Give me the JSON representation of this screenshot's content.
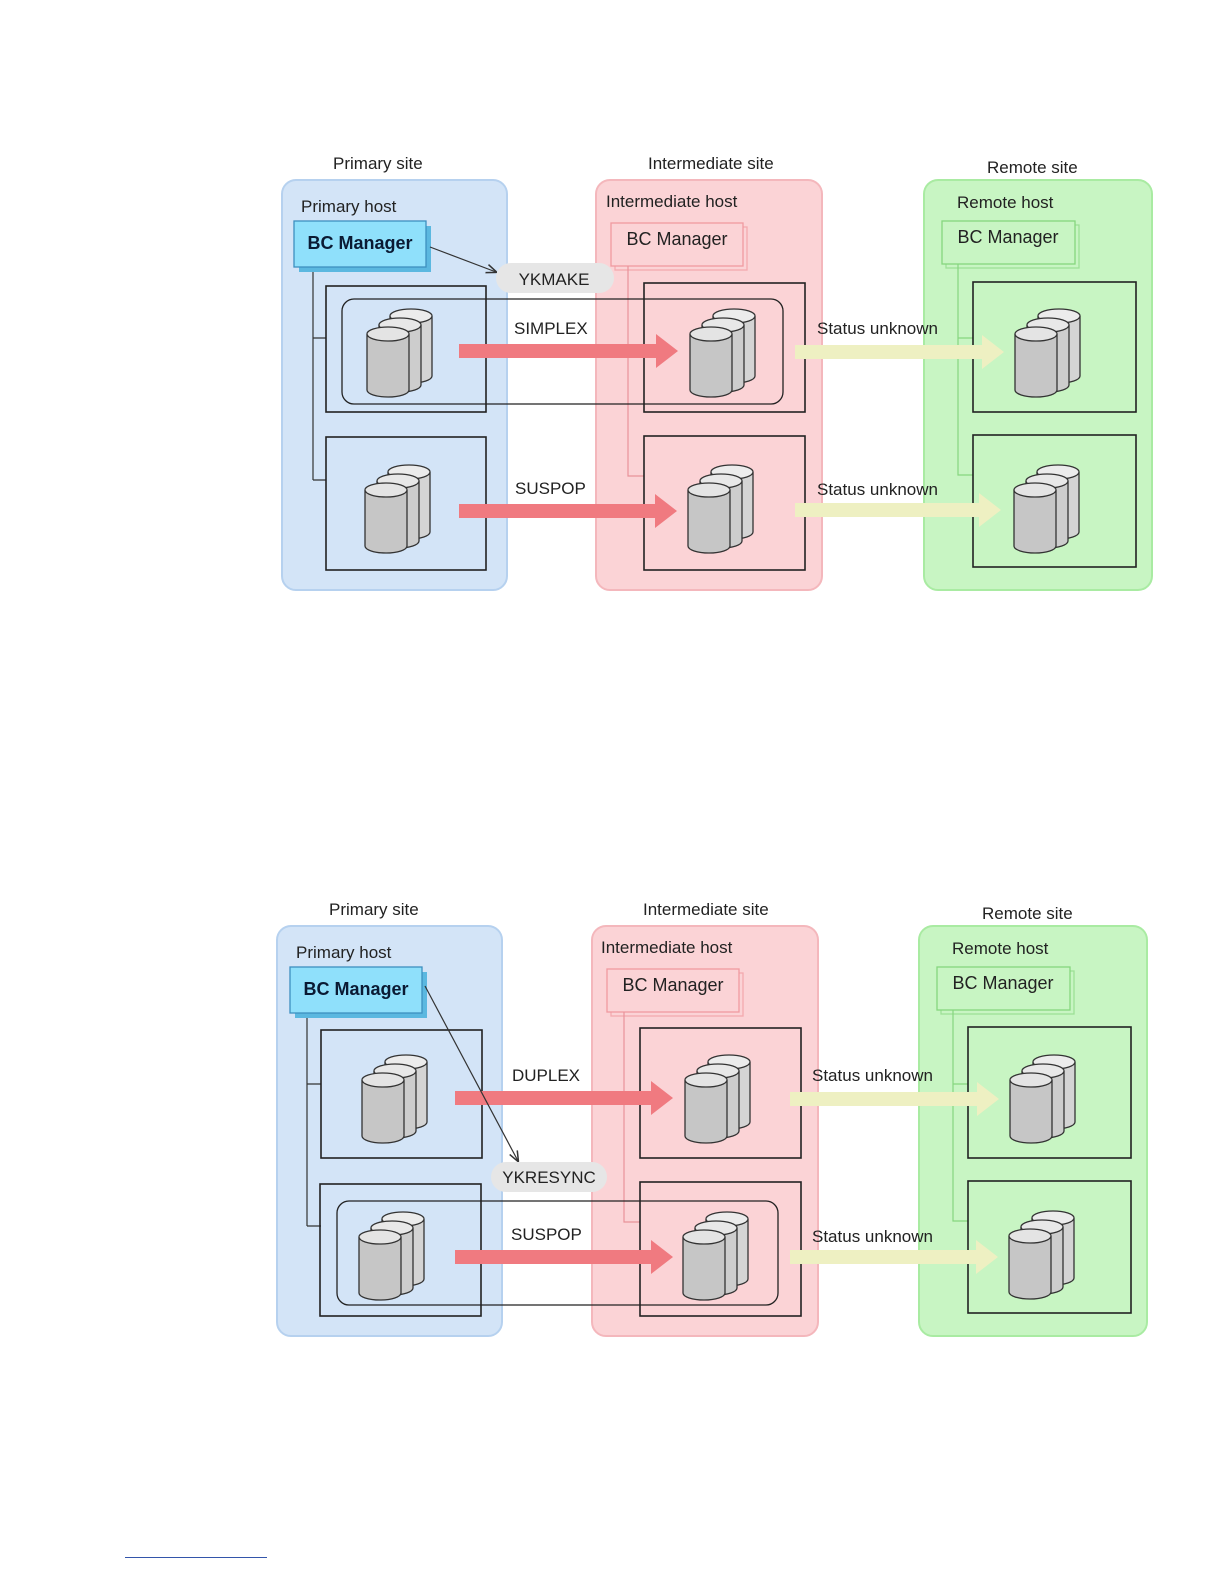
{
  "colors": {
    "primary_site": "#d3e4f7",
    "intermediate_site": "#fbd3d6",
    "remote_site": "#c8f5c3",
    "bc_manager_primary": "#8fe0fb",
    "pair_arrow": "#f07a80",
    "status_arrow": "#eef0c2"
  },
  "diagrams": [
    {
      "sites": {
        "primary": "Primary site",
        "intermediate": "Intermediate site",
        "remote": "Remote site"
      },
      "hosts": {
        "primary": "Primary host",
        "intermediate": "Intermediate host",
        "remote": "Remote host"
      },
      "bc_manager": {
        "primary": "BC Manager",
        "intermediate": "BC Manager",
        "remote": "BC Manager"
      },
      "command": "YKMAKE",
      "pairs": [
        {
          "status": "SIMPLEX",
          "remote_status": "Status unknown"
        },
        {
          "status": "SUSPOP",
          "remote_status": "Status unknown"
        }
      ]
    },
    {
      "sites": {
        "primary": "Primary site",
        "intermediate": "Intermediate site",
        "remote": "Remote site"
      },
      "hosts": {
        "primary": "Primary host",
        "intermediate": "Intermediate host",
        "remote": "Remote host"
      },
      "bc_manager": {
        "primary": "BC Manager",
        "intermediate": "BC Manager",
        "remote": "BC Manager"
      },
      "command": "YKRESYNC",
      "pairs": [
        {
          "status": "DUPLEX",
          "remote_status": "Status unknown"
        },
        {
          "status": "SUSPOP",
          "remote_status": "Status unknown"
        }
      ]
    }
  ]
}
